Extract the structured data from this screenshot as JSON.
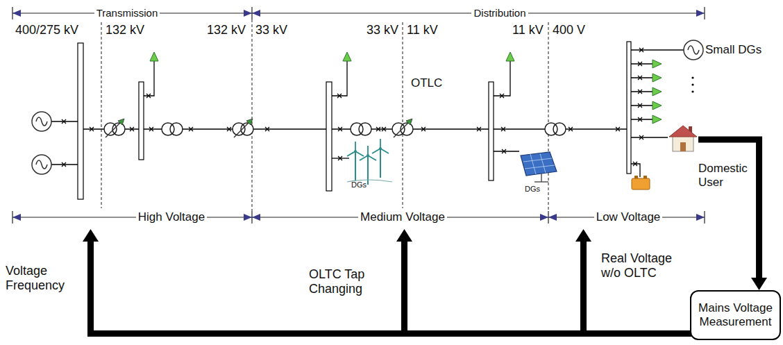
{
  "diagram": {
    "nodes": [
      {
        "text": [
          "Domestic User"
        ]
      },
      {
        "text": [
          "Mains Voltage Measurement"
        ]
      }
    ],
    "edges": [
      {
        "from": 0,
        "to": 1,
        "arrow": "to"
      }
    ],
    "labels": [
      "Transmission",
      "Distribution",
      "400/275 kV",
      "132 kV",
      "132 kV",
      "33 kV",
      "33 kV",
      "11 kV",
      "11 kV",
      "400 V",
      "Small DGs",
      "OTLC",
      "DGs",
      "DGs",
      "High Voltage",
      "Medium Voltage",
      "Low Voltage",
      "Voltage Frequency",
      "OLTC Tap Changing",
      "Real Voltage w/o OLTC"
    ]
  }
}
